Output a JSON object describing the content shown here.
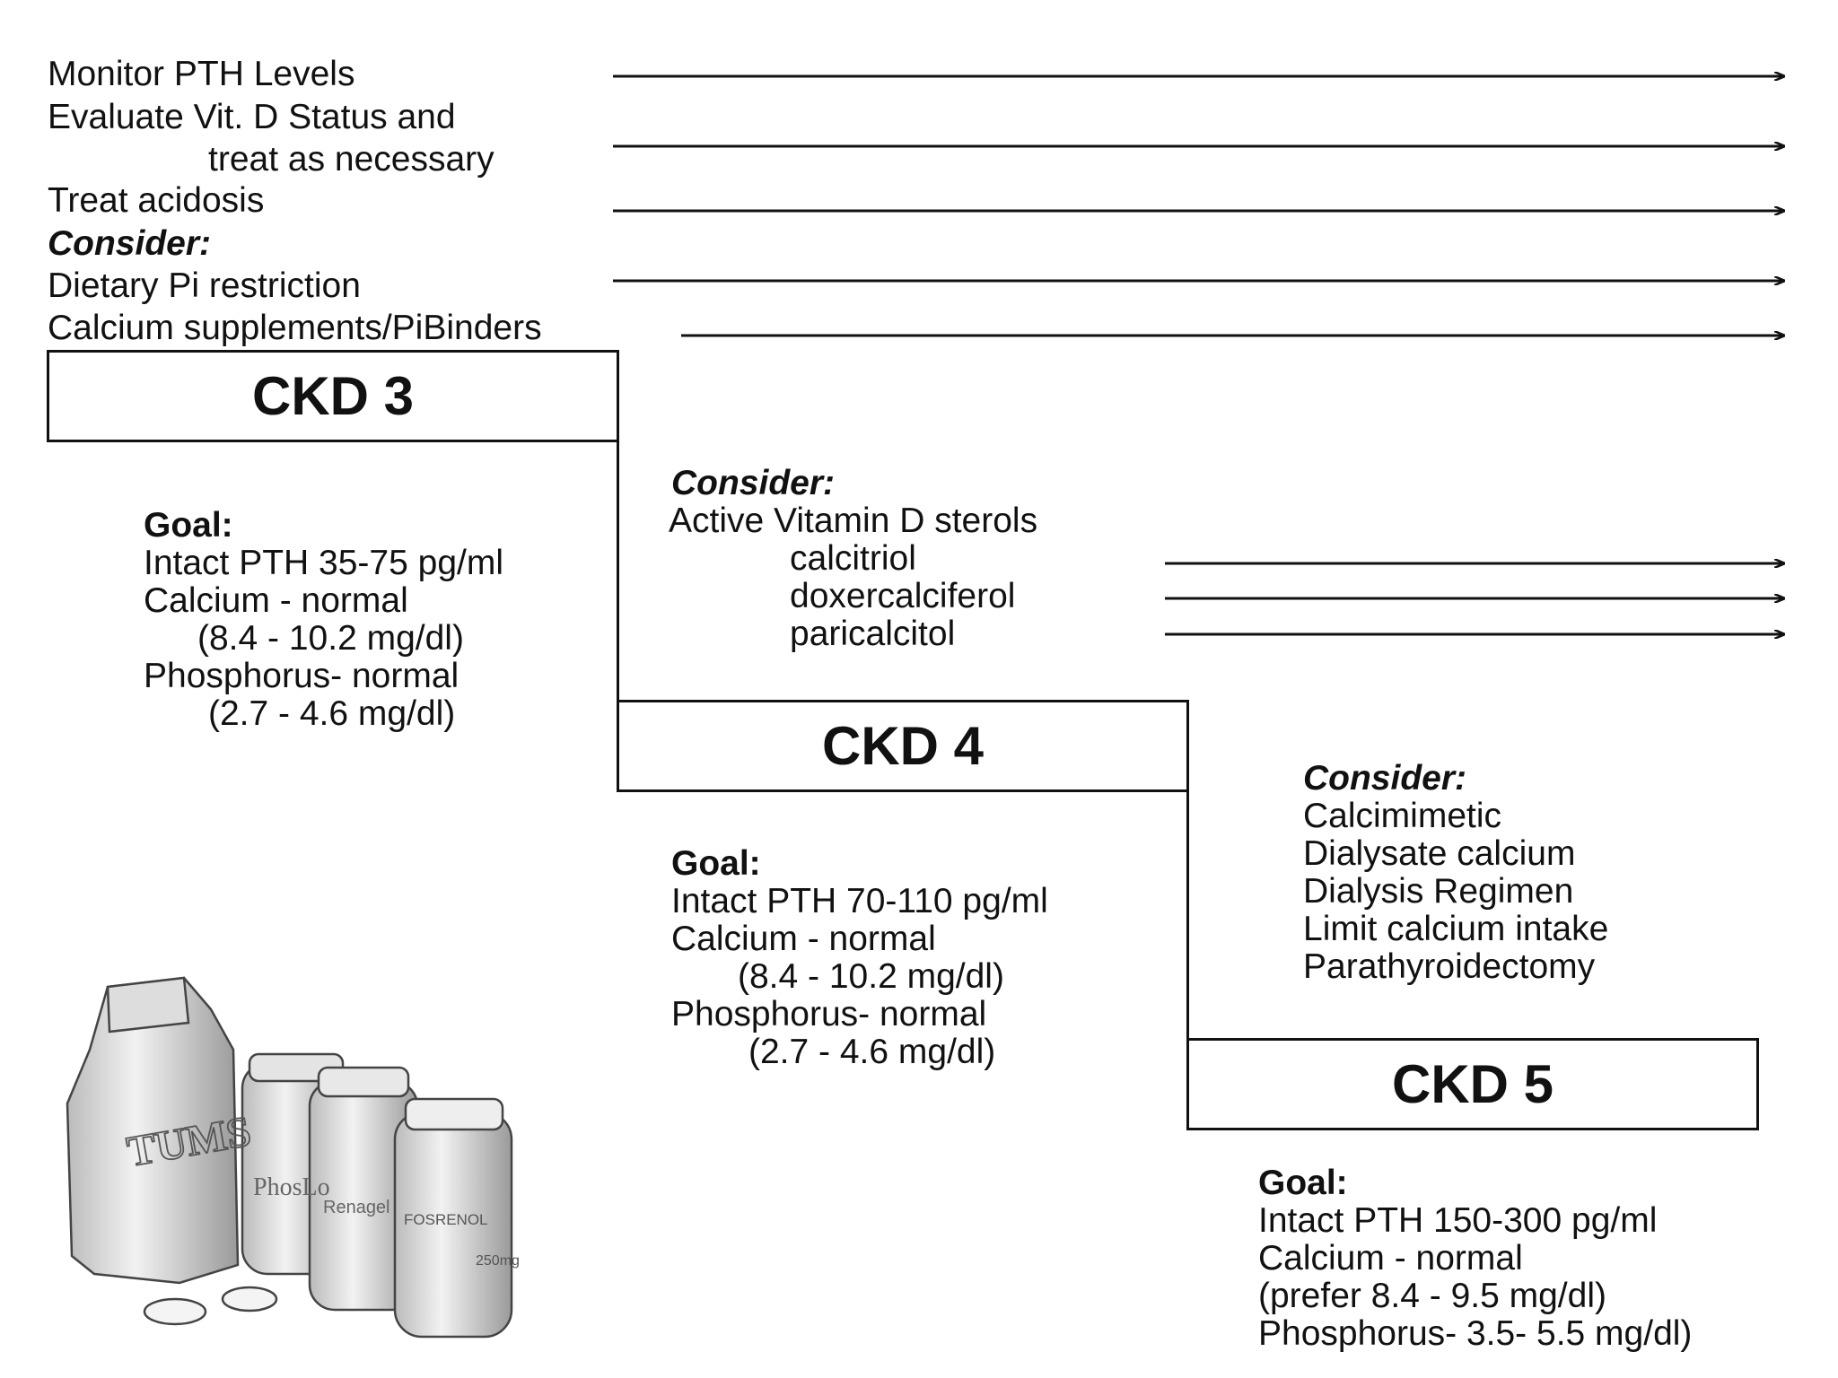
{
  "top_actions": {
    "monitor_pth": "Monitor PTH Levels",
    "evaluate_vitd_line1": "Evaluate Vit. D Status and",
    "evaluate_vitd_line2": "treat as necessary",
    "treat_acidosis": "Treat acidosis",
    "consider_label": "Consider:",
    "dietary_pi": "Dietary Pi restriction",
    "calcium_supplements": "Calcium supplements/PiBinders"
  },
  "ckd3": {
    "label": "CKD 3",
    "goal_label": "Goal:",
    "goal_lines": [
      "Intact PTH 35-75 pg/ml",
      "Calcium - normal",
      "(8.4 - 10.2 mg/dl)",
      "Phosphorus- normal",
      "(2.7 - 4.6 mg/dl)"
    ]
  },
  "ckd4_consider": {
    "consider_label": "Consider:",
    "heading": "Active Vitamin D sterols",
    "items": [
      "calcitriol",
      "doxercalciferol",
      "paricalcitol"
    ]
  },
  "ckd4": {
    "label": "CKD 4",
    "goal_label": "Goal:",
    "goal_lines": [
      "Intact PTH 70-110 pg/ml",
      "Calcium - normal",
      "(8.4 - 10.2 mg/dl)",
      "Phosphorus- normal",
      "(2.7 - 4.6 mg/dl)"
    ]
  },
  "ckd5_consider": {
    "consider_label": "Consider:",
    "items": [
      "Calcimimetic",
      "Dialysate calcium",
      "Dialysis Regimen",
      "Limit calcium intake",
      "Parathyroidectomy"
    ]
  },
  "ckd5": {
    "label": "CKD 5",
    "goal_label": "Goal:",
    "goal_lines": [
      "Intact PTH 150-300 pg/ml",
      "Calcium - normal",
      "(prefer 8.4 - 9.5 mg/dl)",
      "Phosphorus- 3.5- 5.5 mg/dl)"
    ]
  },
  "illustration": {
    "labels": [
      "TUMS",
      "PhosLo",
      "Renagel",
      "FOSRENOL",
      "250mg"
    ]
  }
}
